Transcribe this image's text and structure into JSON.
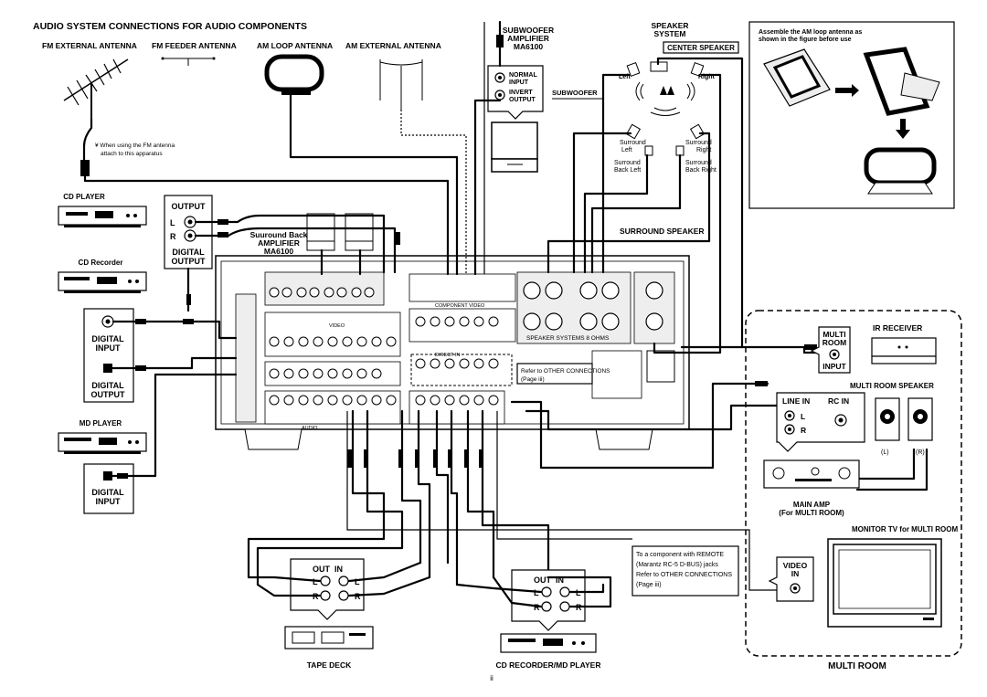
{
  "title": "AUDIO SYSTEM CONNECTIONS FOR AUDIO COMPONENTS",
  "antennas": {
    "fm_external": "FM EXTERNAL ANTENNA",
    "fm_feeder": "FM FEEDER ANTENNA",
    "am_loop": "AM LOOP ANTENNA",
    "am_external": "AM EXTERNAL ANTENNA",
    "fm_note_line1": "¥ When using the FM antenna",
    "fm_note_line2": "attach to this apparatus"
  },
  "subwoofer": {
    "title_line1": "SUBWOOFER",
    "title_line2": "AMPLIFIER",
    "title_line3": "MA6100",
    "normal_input_1": "NORMAL",
    "normal_input_2": "INPUT",
    "invert_output_1": "INVERT",
    "invert_output_2": "OUTPUT",
    "label": "SUBWOOFER"
  },
  "speaker_system": {
    "title_line1": "SPEAKER",
    "title_line2": "SYSTEM",
    "center": "CENTER SPEAKER",
    "left": "Left",
    "right": "Right",
    "surround_left_1": "Surround",
    "surround_left_2": "Left",
    "surround_right_1": "Surround",
    "surround_right_2": "Right",
    "surround_back_left_1": "Surround",
    "surround_back_left_2": "Back Left",
    "surround_back_right_1": "Surround",
    "surround_back_right_2": "Back Right",
    "surround_speaker": "SURROUND SPEAKER"
  },
  "am_loop_note": {
    "line1": "Assemble the AM loop antenna as",
    "line2": "shown in the figure before use"
  },
  "cd_player": {
    "title": "CD PLAYER",
    "output": "OUTPUT",
    "l": "L",
    "r": "R",
    "digital_1": "DIGITAL",
    "digital_2": "OUTPUT"
  },
  "surround_back_amp": {
    "line1": "Suuround Back",
    "line2": "AMPLIFIER",
    "line3": "MA6100"
  },
  "cd_recorder": {
    "title": "CD Recorder",
    "digital_input_1": "DIGITAL",
    "digital_input_2": "INPUT",
    "digital_output_1": "DIGITAL",
    "digital_output_2": "OUTPUT"
  },
  "md_player": {
    "title": "MD PLAYER",
    "digital_input_1": "DIGITAL",
    "digital_input_2": "INPUT"
  },
  "receiver": {
    "refer_line1": "Refer to  OTHER CONNECTIONS",
    "refer_line2": "(Page iii)",
    "speaker_systems": "SPEAKER SYSTEMS 8 OHMS",
    "component_video": "COMPONENT VIDEO",
    "direct_in": "DIRECT IN",
    "video": "VIDEO",
    "audio": "AUDIO"
  },
  "tape_deck": {
    "out": "OUT",
    "in": "IN",
    "l": "L",
    "r": "R",
    "title": "TAPE DECK"
  },
  "cd_recorder_md": {
    "out": "OUT",
    "in": "IN",
    "l": "L",
    "r": "R",
    "title": "CD RECORDER/MD PLAYER"
  },
  "remote_note": {
    "line1": "To a component with REMOTE",
    "line2": "(Marantz RC-5 D-BUS) jacks",
    "line3": "Refer to  OTHER CONNECTIONS",
    "line4": "(Page iii)"
  },
  "multi_room": {
    "multi_room_1": "MULTI",
    "multi_room_2": "ROOM",
    "input": "INPUT",
    "ir_receiver": "IR RECEIVER",
    "speaker": "MULTI ROOM SPEAKER",
    "line_in": "LINE IN",
    "rc_in": "RC IN",
    "l": "L",
    "r": "R",
    "speaker_l": "(L)",
    "speaker_r": "(R)",
    "main_amp_1": "MAIN AMP",
    "main_amp_2": "(For MULTI ROOM)",
    "monitor_tv": "MONITOR TV for MULTI ROOM",
    "video_in_1": "VIDEO",
    "video_in_2": "IN",
    "title": "MULTI ROOM"
  },
  "page_number": "ii"
}
